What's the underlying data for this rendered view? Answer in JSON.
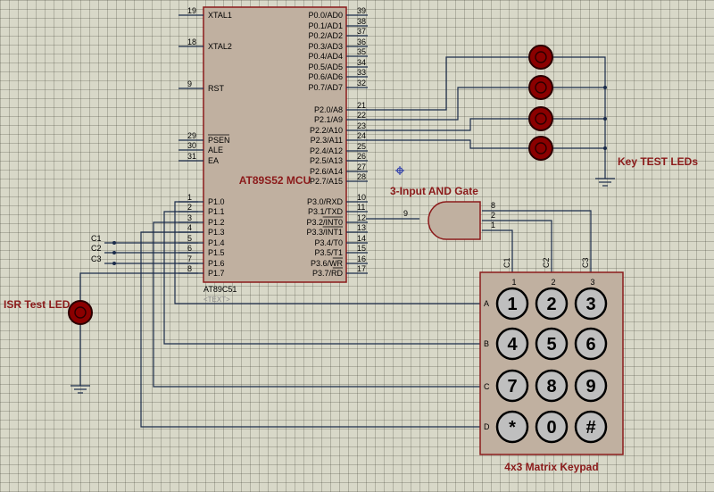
{
  "mcu": {
    "name": "AT89S52 MCU",
    "part": "AT89C51",
    "text_ph": "<TEXT>",
    "left_pins": [
      {
        "num": "19",
        "label": "XTAL1"
      },
      {
        "num": "18",
        "label": "XTAL2"
      },
      {
        "num": "9",
        "label": "RST"
      },
      {
        "num": "29",
        "label": "PSEN"
      },
      {
        "num": "30",
        "label": "ALE"
      },
      {
        "num": "31",
        "label": "EA"
      },
      {
        "num": "1",
        "label": "P1.0"
      },
      {
        "num": "2",
        "label": "P1.1"
      },
      {
        "num": "3",
        "label": "P1.2"
      },
      {
        "num": "4",
        "label": "P1.3"
      },
      {
        "num": "5",
        "label": "P1.4"
      },
      {
        "num": "6",
        "label": "P1.5"
      },
      {
        "num": "7",
        "label": "P1.6"
      },
      {
        "num": "8",
        "label": "P1.7"
      }
    ],
    "right_pins": [
      {
        "num": "39",
        "label": "P0.0/AD0"
      },
      {
        "num": "38",
        "label": "P0.1/AD1"
      },
      {
        "num": "37",
        "label": "P0.2/AD2"
      },
      {
        "num": "36",
        "label": "P0.3/AD3"
      },
      {
        "num": "35",
        "label": "P0.4/AD4"
      },
      {
        "num": "34",
        "label": "P0.5/AD5"
      },
      {
        "num": "33",
        "label": "P0.6/AD6"
      },
      {
        "num": "32",
        "label": "P0.7/AD7"
      },
      {
        "num": "21",
        "label": "P2.0/A8"
      },
      {
        "num": "22",
        "label": "P2.1/A9"
      },
      {
        "num": "23",
        "label": "P2.2/A10"
      },
      {
        "num": "24",
        "label": "P2.3/A11"
      },
      {
        "num": "25",
        "label": "P2.4/A12"
      },
      {
        "num": "26",
        "label": "P2.5/A13"
      },
      {
        "num": "27",
        "label": "P2.6/A14"
      },
      {
        "num": "28",
        "label": "P2.7/A15"
      },
      {
        "num": "10",
        "label": "P3.0/RXD"
      },
      {
        "num": "11",
        "label": "P3.1/TXD"
      },
      {
        "num": "12",
        "label": "P3.2/INT0"
      },
      {
        "num": "13",
        "label": "P3.3/INT1"
      },
      {
        "num": "14",
        "label": "P3.4/T0"
      },
      {
        "num": "15",
        "label": "P3.5/T1"
      },
      {
        "num": "16",
        "label": "P3.6/WR"
      },
      {
        "num": "17",
        "label": "P3.7/RD"
      }
    ]
  },
  "gate": {
    "title": "3-Input AND Gate",
    "out_pin": "9",
    "in_pins": [
      "8",
      "2",
      "1"
    ]
  },
  "col_net_labels": [
    "C1",
    "C2",
    "C3"
  ],
  "keypad": {
    "title": "4x3 Matrix Keypad",
    "col_nums": [
      "1",
      "2",
      "3"
    ],
    "col_labels": [
      "C1",
      "C2",
      "C3"
    ],
    "row_labels": [
      "A",
      "B",
      "C",
      "D"
    ],
    "keys": [
      "1",
      "2",
      "3",
      "4",
      "5",
      "6",
      "7",
      "8",
      "9",
      "*",
      "0",
      "#"
    ]
  },
  "key_leds_label": "Key TEST LEDs",
  "isr_led_label": "ISR Test LED",
  "colors": {
    "body": "#c0b0a0",
    "outline": "#8b1a1a",
    "wire": "#1a2b4a",
    "led": "#8b0000",
    "key": "#bfbfbf"
  }
}
